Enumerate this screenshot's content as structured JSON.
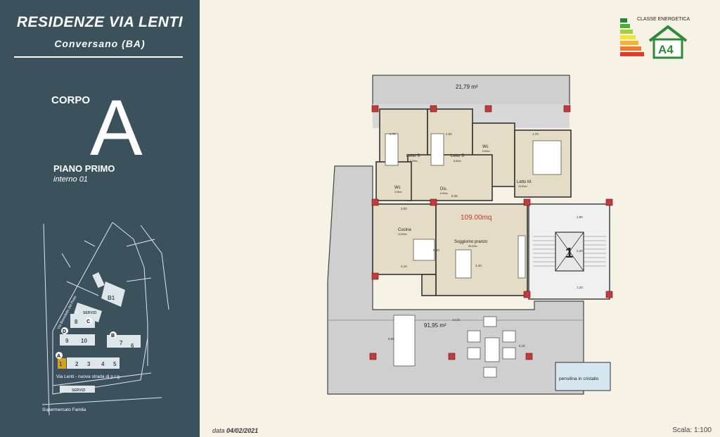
{
  "header": {
    "title": "RESIDENZE VIA LENTI",
    "city": "Conversano (BA)"
  },
  "unit_info": {
    "corpo_label": "CORPO",
    "corpo_letter": "A",
    "floor": "PIANO PRIMO",
    "interno": "interno 01"
  },
  "site_map": {
    "buildings": [
      "B1",
      "SERVIZI",
      "8",
      "9",
      "10",
      "7",
      "6",
      "1",
      "2",
      "3",
      "4",
      "5"
    ],
    "markers": [
      "A",
      "B",
      "C",
      "D"
    ],
    "street_main": "Via Lenti - nuova strada di p.r.g.",
    "street_side": "Via Benedetto del Prete",
    "servizi_bottom": "SERVIZI",
    "supermarket": "Supermercato Famila"
  },
  "energy": {
    "label": "CLASSE ENERGETICA",
    "class": "A4",
    "colors": [
      "#1d8a3a",
      "#4fae3a",
      "#a6cf3a",
      "#f2e43a",
      "#f6b332",
      "#ee7a2e",
      "#e13b2c"
    ]
  },
  "floorplan": {
    "total_area": "109.00mq",
    "top_terrace": "21,79 m²",
    "bottom_terrace": "91,95 m²",
    "rooms": {
      "letto_s1": "Letto S",
      "letto_s1_area": "9,39m²",
      "letto_s2": "Letto S",
      "letto_s2_area": "8,60m²",
      "wc1": "Wc",
      "wc1_area": "5,60m²",
      "wc2": "Wc",
      "wc2_area": "3,36m²",
      "dis": "Dis.",
      "dis_area": "6,90m²",
      "letto_m": "Letto M.",
      "letto_m_area": "16,00m²",
      "cucina": "Cucina",
      "cucina_area": "12,60m²",
      "soggiorno": "Soggiorno pranzo",
      "soggiorno_area": "39,00m²"
    },
    "stair_number": "1",
    "canopy": "pensilina in cristallo",
    "dimensions": [
      "14,02",
      "5,25",
      "3,00",
      "2,10",
      "3,40",
      "5,20",
      "1,80",
      "2,20",
      "1,20",
      "6,55",
      "6,15",
      "2,70",
      "2,50",
      "1,70"
    ]
  },
  "footer": {
    "date_label": "data",
    "date_value": "04/02/2021",
    "scale": "Scala: 1:100"
  }
}
